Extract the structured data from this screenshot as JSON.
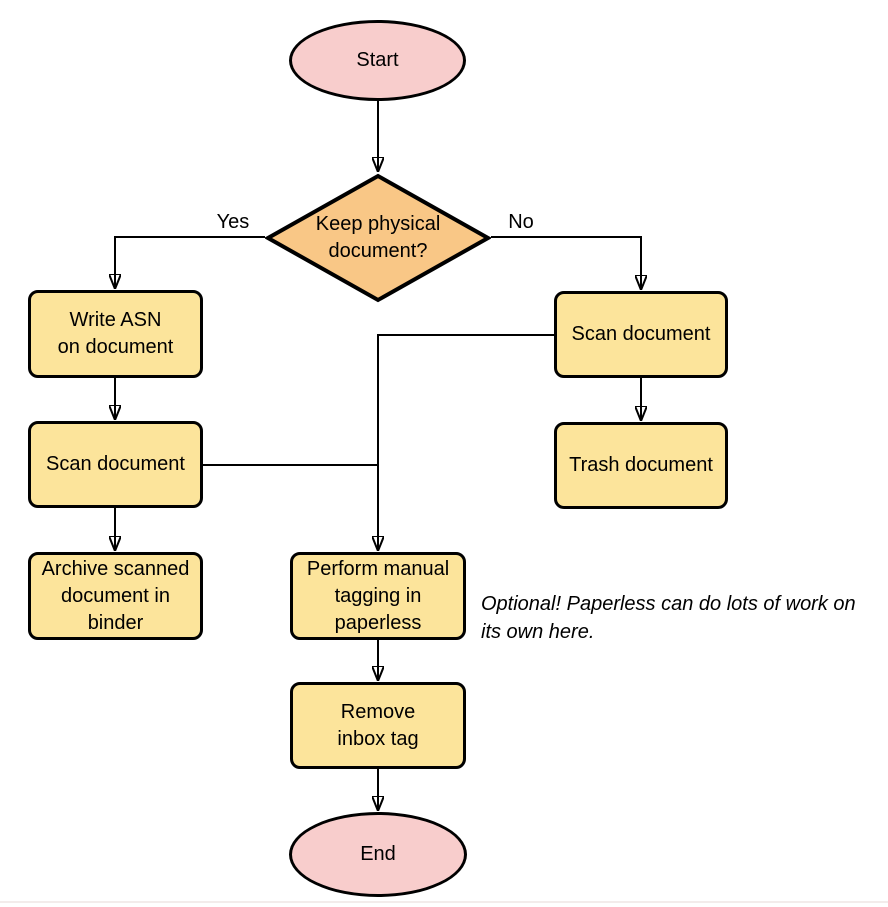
{
  "diagram": {
    "nodes": {
      "start": {
        "label": "Start"
      },
      "decision": {
        "label": "Keep physical\ndocument?"
      },
      "write_asn": {
        "label": "Write ASN\non document"
      },
      "scan_left": {
        "label": "Scan document"
      },
      "archive": {
        "label": "Archive scanned\ndocument in\nbinder"
      },
      "scan_right": {
        "label": "Scan document"
      },
      "trash": {
        "label": "Trash document"
      },
      "tagging": {
        "label": "Perform manual\ntagging in\npaperless"
      },
      "remove_inbox": {
        "label": "Remove\ninbox tag"
      },
      "end": {
        "label": "End"
      }
    },
    "edge_labels": {
      "yes": "Yes",
      "no": "No"
    },
    "note": "Optional! Paperless can do lots of work on\nits own here.",
    "colors": {
      "terminal_fill": "#f8cdcc",
      "decision_fill": "#f9c786",
      "process_fill": "#fce49b",
      "stroke": "#000000"
    }
  }
}
